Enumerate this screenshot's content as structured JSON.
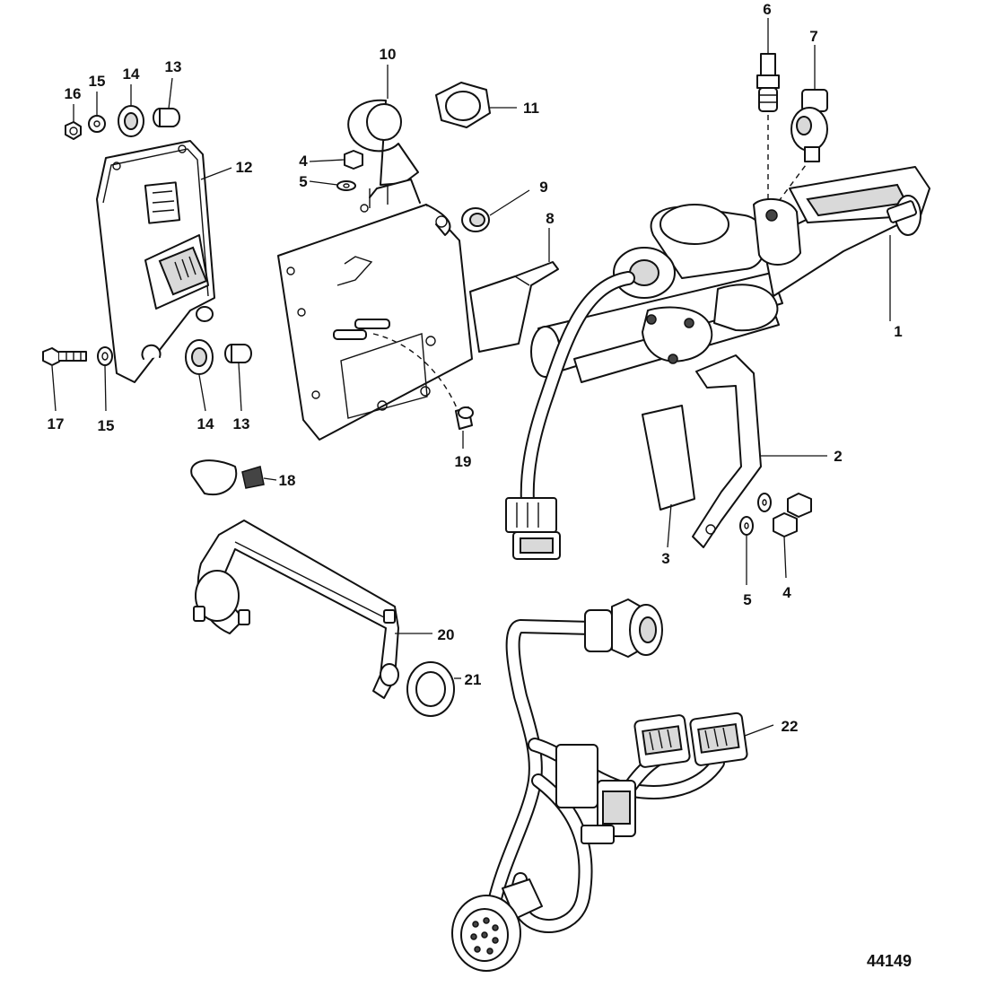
{
  "diagram": {
    "figure_number": "44149",
    "callouts": [
      "1",
      "2",
      "3",
      "4",
      "4",
      "5",
      "5",
      "6",
      "7",
      "8",
      "9",
      "10",
      "11",
      "12",
      "13",
      "13",
      "14",
      "14",
      "15",
      "15",
      "16",
      "17",
      "18",
      "19",
      "20",
      "21",
      "22"
    ]
  },
  "colors": {
    "line": "#111111",
    "fill": "#ffffff",
    "shade": "#d9d9d9"
  }
}
